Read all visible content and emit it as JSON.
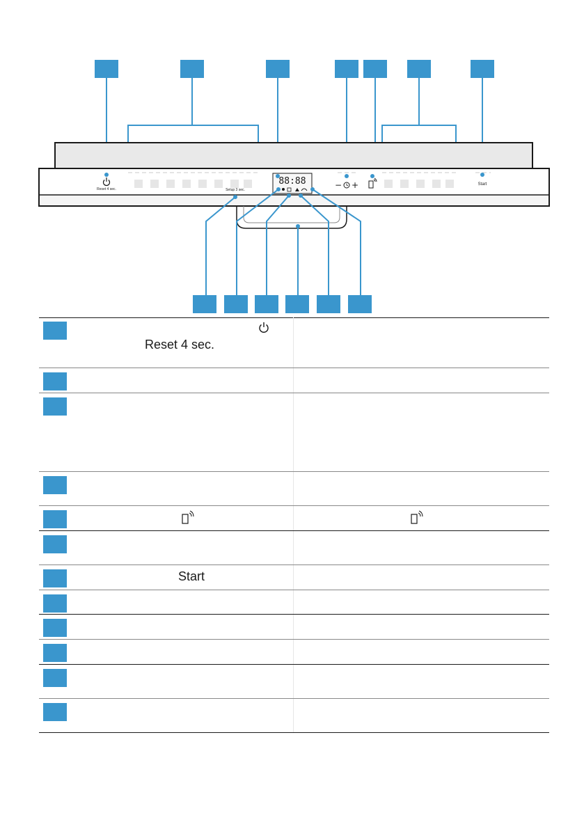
{
  "diagram": {
    "panel_labels": {
      "power": "Reset 4 sec.",
      "setup": "Setup 3 sec.",
      "start": "Start",
      "display_digits": "88:88"
    },
    "symbols": {
      "minus": "−",
      "plus": "+"
    }
  },
  "table": {
    "rows": [
      {
        "icon": "power-icon",
        "text": "Reset 4 sec."
      },
      {},
      {},
      {},
      {
        "icon": "remote-start-icon",
        "icon2": "remote-start-icon"
      },
      {},
      {
        "text": "Start"
      },
      {},
      {},
      {},
      {},
      {}
    ]
  },
  "colors": {
    "accent": "#3a96cd",
    "line": "#1a1a1a"
  }
}
